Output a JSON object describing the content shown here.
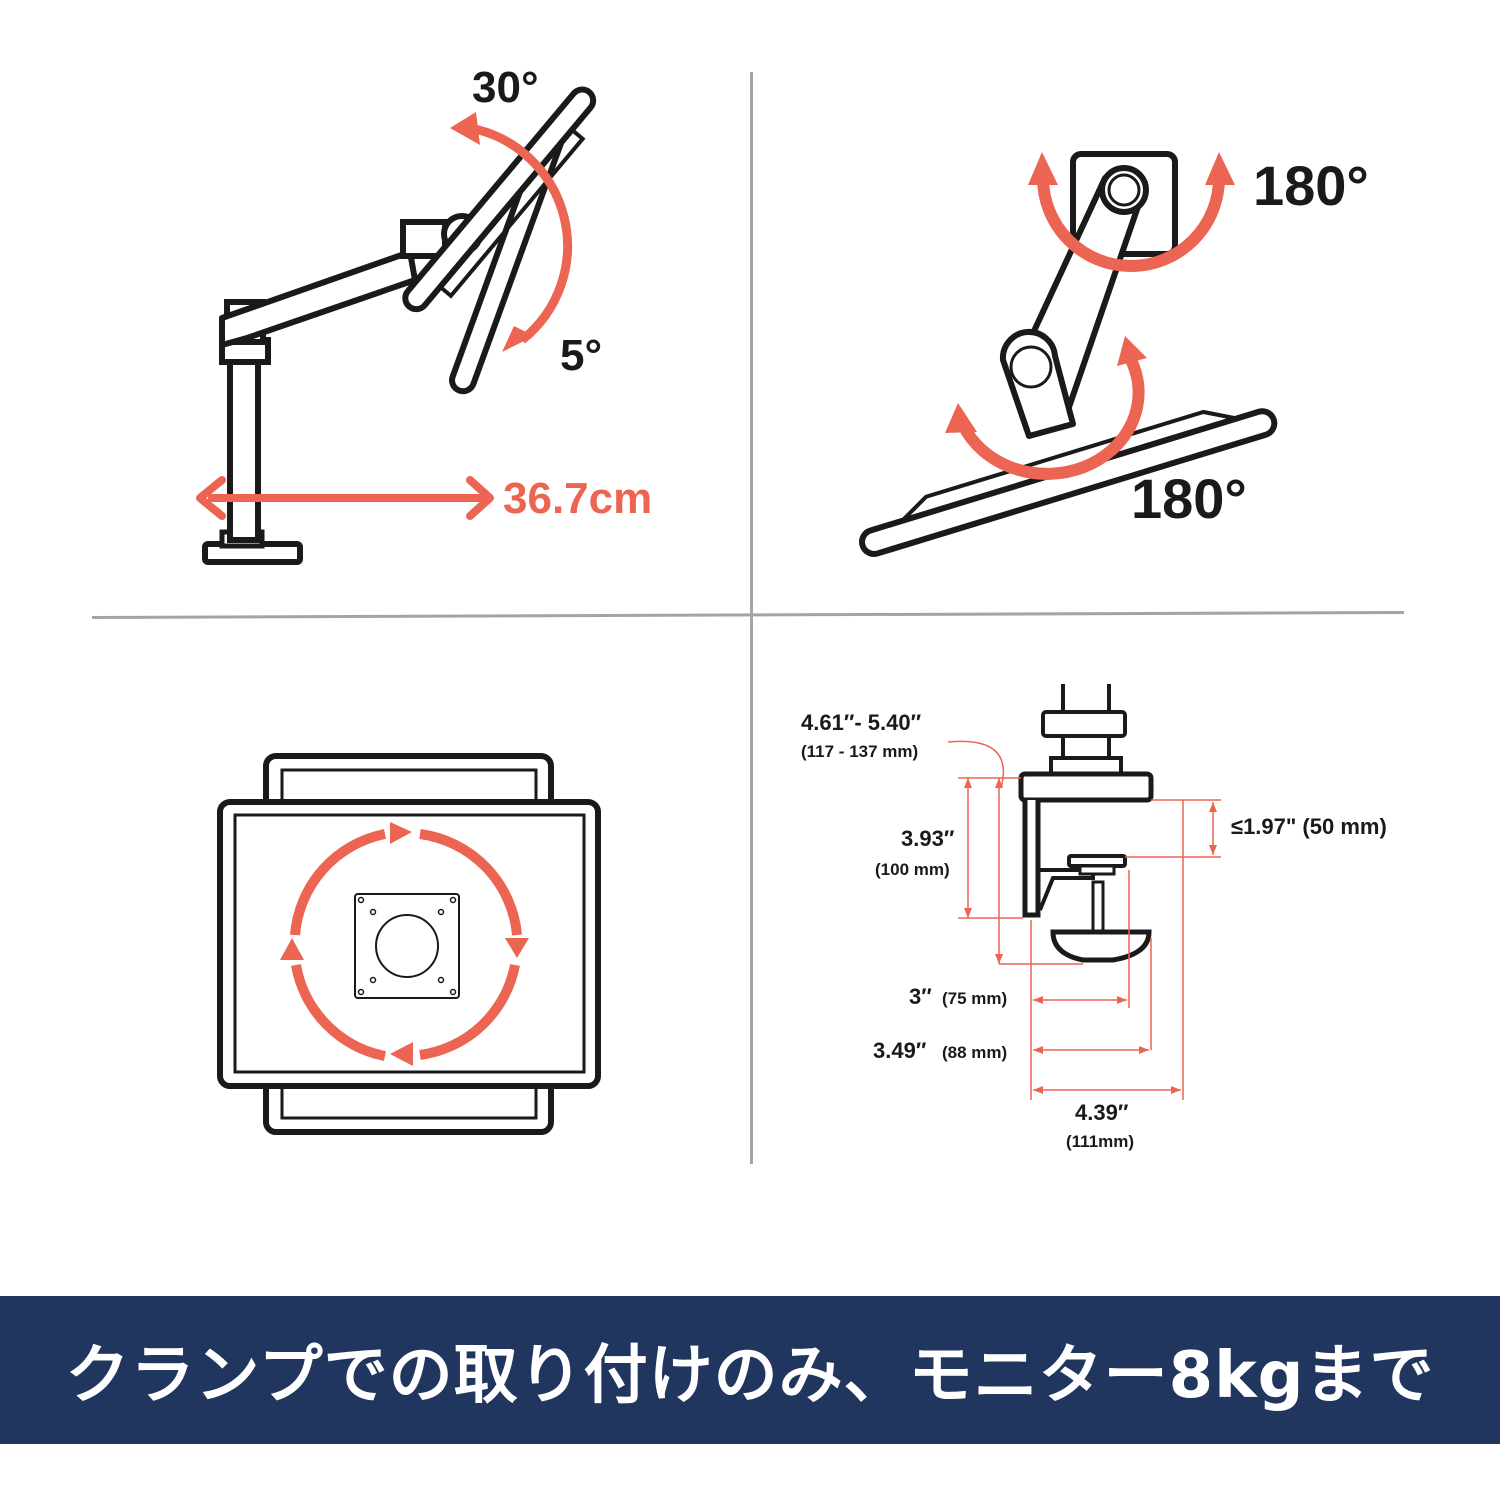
{
  "colors": {
    "accent": "#ec6452",
    "line": "#1a1a1a",
    "divider": "#a3a3a8",
    "banner_bg": "#20365f",
    "banner_text": "#ffffff"
  },
  "panels": {
    "tilt": {
      "up_angle": "30°",
      "down_angle": "5°",
      "reach": "36.7cm"
    },
    "swivel": {
      "top_angle": "180°",
      "bottom_angle": "180°"
    },
    "rotation": {
      "description": "monitor rotation arrows"
    },
    "clamp": {
      "total_height": "4.61″- 5.40″",
      "total_height_mm": "(117 - 137 mm)",
      "clamp_height": "3.93″",
      "clamp_height_mm": "(100 mm)",
      "desk_thickness": "≤1.97\" (50 mm)",
      "depth_1": "3″",
      "depth_1_mm": "(75 mm)",
      "depth_2": "3.49″",
      "depth_2_mm": "(88 mm)",
      "depth_3": "4.39″",
      "depth_3_mm": "(111mm)"
    }
  },
  "banner": {
    "text": "クランプでの取り付けのみ、モニター8kgまで"
  }
}
